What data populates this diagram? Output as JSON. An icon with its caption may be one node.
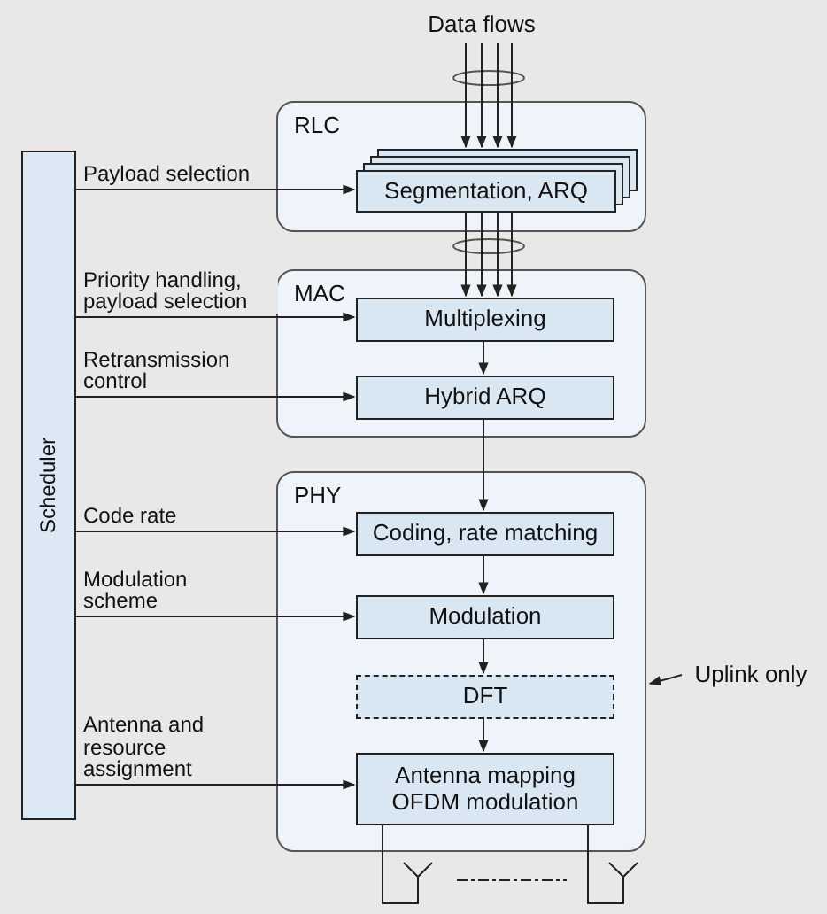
{
  "diagram": {
    "nodes": [
      {
        "text": [
          "Scheduler"
        ]
      },
      {
        "text": [
          "RLC"
        ]
      },
      {
        "text": [
          "Segmentation, ARQ"
        ],
        "in": 1
      },
      {
        "text": [
          "MAC"
        ]
      },
      {
        "text": [
          "Multiplexing"
        ],
        "in": 3
      },
      {
        "text": [
          "Hybrid ARQ"
        ],
        "in": 3
      },
      {
        "text": [
          "PHY"
        ]
      },
      {
        "text": [
          "Coding, rate matching"
        ],
        "in": 6
      },
      {
        "text": [
          "Modulation"
        ],
        "in": 6
      },
      {
        "text": [
          "DFT"
        ],
        "in": 6
      },
      {
        "text": [
          "Antenna mapping OFDM modulation"
        ],
        "in": 6
      },
      {
        "text": [
          "Data flows"
        ]
      },
      {
        "text": [
          "Uplink only"
        ]
      },
      {
        "text": [],
        "shape": "antenna"
      },
      {
        "text": [],
        "shape": "antenna"
      }
    ],
    "edges": [
      {
        "from": 0,
        "to": 2,
        "arrow": "to",
        "label": "Payload selection"
      },
      {
        "from": 0,
        "to": 4,
        "arrow": "to",
        "label": "Priority handling, payload selection"
      },
      {
        "from": 0,
        "to": 5,
        "arrow": "to",
        "label": "Retransmission control"
      },
      {
        "from": 0,
        "to": 7,
        "arrow": "to",
        "label": "Code rate"
      },
      {
        "from": 0,
        "to": 8,
        "arrow": "to",
        "label": "Modulation scheme"
      },
      {
        "from": 0,
        "to": 10,
        "arrow": "to",
        "label": "Antenna and resource assignment"
      },
      {
        "from": 11,
        "to": 2,
        "arrow": "to"
      },
      {
        "from": 11,
        "to": 2,
        "arrow": "to"
      },
      {
        "from": 11,
        "to": 2,
        "arrow": "to"
      },
      {
        "from": 11,
        "to": 2,
        "arrow": "to"
      },
      {
        "from": 2,
        "to": 4,
        "arrow": "to"
      },
      {
        "from": 2,
        "to": 4,
        "arrow": "to"
      },
      {
        "from": 2,
        "to": 4,
        "arrow": "to"
      },
      {
        "from": 2,
        "to": 4,
        "arrow": "to"
      },
      {
        "from": 4,
        "to": 5,
        "arrow": "to"
      },
      {
        "from": 5,
        "to": 7,
        "arrow": "to"
      },
      {
        "from": 7,
        "to": 8,
        "arrow": "to"
      },
      {
        "from": 8,
        "to": 9,
        "arrow": "to"
      },
      {
        "from": 9,
        "to": 10,
        "arrow": "to"
      },
      {
        "from": 12,
        "to": 6,
        "arrow": "to"
      },
      {
        "from": 10,
        "to": 13,
        "arrow": "none"
      },
      {
        "from": 10,
        "to": 14,
        "arrow": "none"
      }
    ]
  }
}
